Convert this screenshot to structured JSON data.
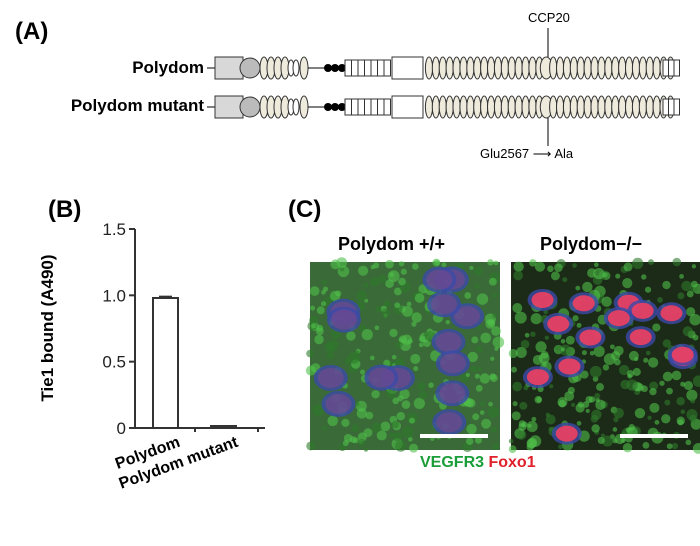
{
  "panel_a": {
    "label": "(A)",
    "rows": [
      "Polydom",
      "Polydom mutant"
    ],
    "ccp_label": "CCP20",
    "mutation_from": "Glu2567",
    "mutation_to": "Ala"
  },
  "panel_b": {
    "label": "(B)"
  },
  "chart_data": {
    "type": "bar",
    "categories": [
      "Polydom",
      "Polydom mutant"
    ],
    "values": [
      0.98,
      0.01
    ],
    "errors": [
      0.01,
      0.005
    ],
    "ylabel": "Tie1 bound  (A490)",
    "ylim": [
      0,
      1.5
    ],
    "yticks": [
      "0",
      "0.5",
      "1.0",
      "1.5"
    ],
    "bar_fill": "#ffffff",
    "grid": false
  },
  "panel_c": {
    "label": "(C)",
    "images": [
      "Polydom +/+",
      "Polydom−/−"
    ],
    "legend_green": "VEGFR3",
    "legend_red": "Foxo1",
    "green": "#1a9e3a",
    "red": "#e0202a"
  }
}
